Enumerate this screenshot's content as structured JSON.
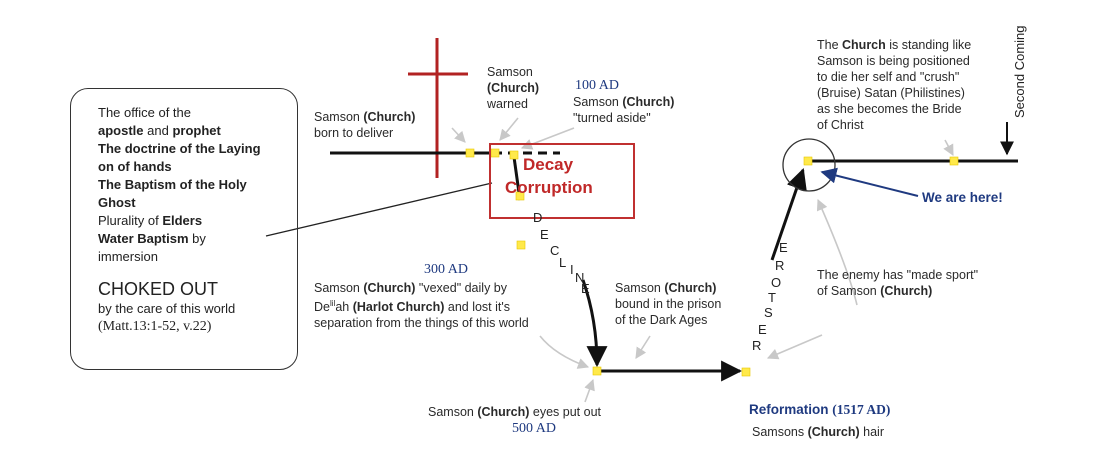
{
  "office_box": {
    "lines": [
      {
        "pre": "The office of the",
        "bold": "",
        "post": ""
      },
      {
        "pre": "",
        "bold": "apostle",
        "post": " and "
      },
      {
        "pre": "",
        "bold": "The doctrine of the Laying",
        "post": ""
      },
      {
        "pre": "",
        "bold": "on of hands",
        "post": ""
      },
      {
        "pre": "",
        "bold": "The Baptism of the Holy",
        "post": ""
      },
      {
        "pre": "",
        "bold": "Ghost",
        "post": ""
      },
      {
        "pre": "Plurality of ",
        "bold": "Elders",
        "post": ""
      },
      {
        "pre": "",
        "bold": "Water Baptism",
        "post": " by"
      },
      {
        "pre": "immersion",
        "bold": "",
        "post": ""
      }
    ],
    "prophet": "prophet",
    "choked_title": "CHOKED OUT",
    "choked_line": "by the care of this world",
    "choked_ref": "(Matt.13:1-52, v.22)"
  },
  "labels": {
    "samson": "Samson",
    "church": "(Church)",
    "born": "born to deliver",
    "warned": "warned",
    "ad100": "100 AD",
    "turned": "\"turned aside\"",
    "ad300": "300 AD",
    "vexed": "\"vexed\" daily by",
    "delilah_pre": "De",
    "delilah_sup": "lil",
    "delilah_post": "ah ",
    "harlot": "(Harlot Church)",
    "lost": " and lost it's",
    "separation": "separation from the things of this world",
    "bound": "bound in the prison",
    "dark_ages": "of the Dark Ages",
    "eyes": "eyes put out",
    "ad500": "500 AD",
    "reformation": "Reformation",
    "ad1517": "(1517 AD)",
    "hair": "Samsons ",
    "hair_post": " hair",
    "enemy1": "The enemy has \"made sport\"",
    "enemy2": "of Samson ",
    "standing_pre": "The ",
    "standing_bold": "Church",
    "standing_post": " is standing like",
    "standing2": "Samson is being positioned",
    "standing3": "to die her self and \"crush\"",
    "standing4": "(Bruise) Satan (Philistines)",
    "standing5": "as she becomes the Bride",
    "standing6": "of Christ",
    "here": "We are here!",
    "second": "Second Coming"
  },
  "decay": {
    "line1": "Decay",
    "line2": "Corruption"
  },
  "decline_letters": [
    "D",
    "E",
    "C",
    "L",
    "I",
    "N",
    "E"
  ],
  "restore_letters": [
    "E",
    "R",
    "O",
    "T",
    "S",
    "E",
    "R"
  ],
  "colors": {
    "cross": "#b22222",
    "marker": "#ffe94a",
    "decay": "#c02828",
    "accent": "#1f3a80",
    "line": "#111111"
  }
}
